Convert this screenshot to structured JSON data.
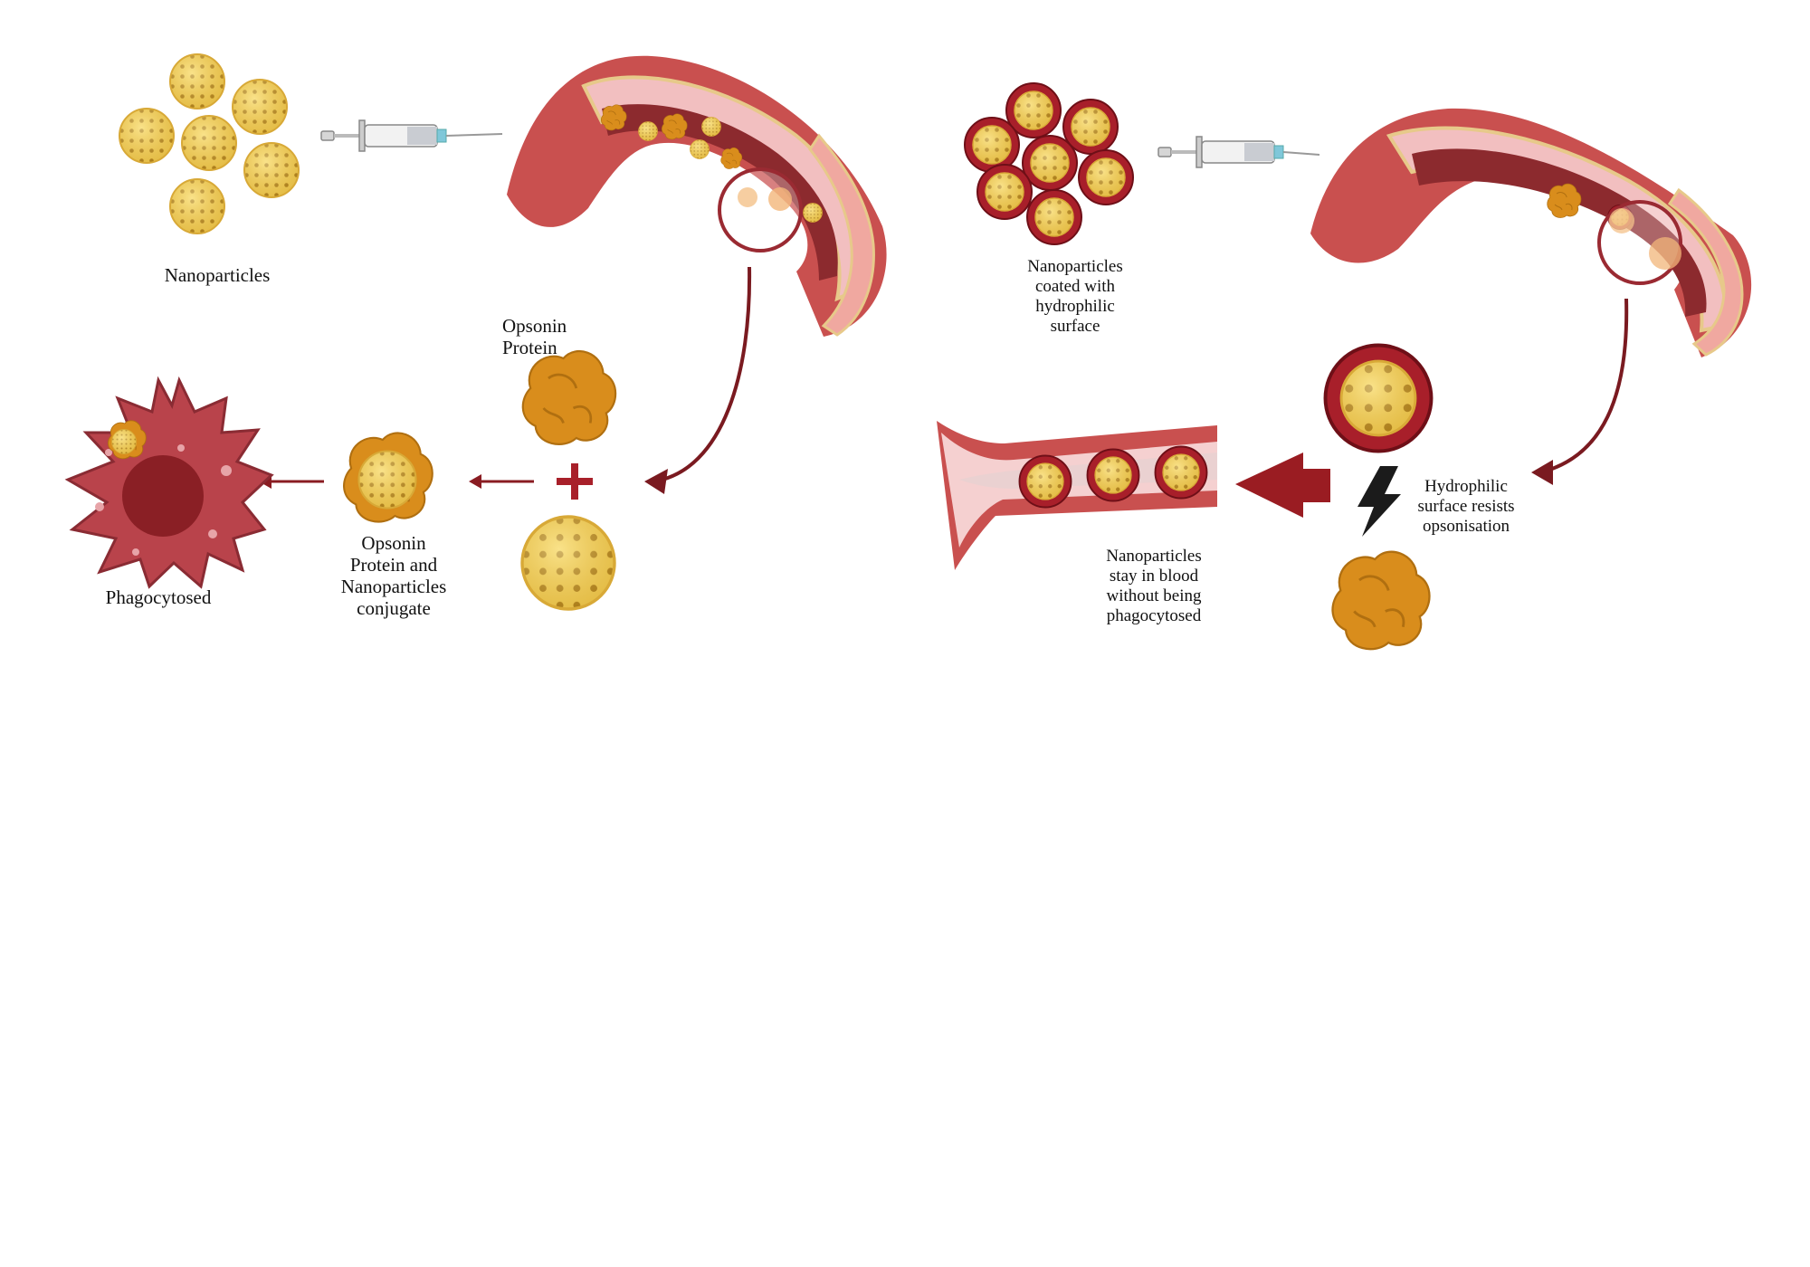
{
  "labels": {
    "nanoparticles": "Nanoparticles",
    "opsonin_protein": "Opsonin\nProtein",
    "conjugate": "Opsonin\nProtein and\nNanoparticles\nconjugate",
    "phagocytosed": "Phagocytosed",
    "coated_nanoparticles": "Nanoparticles\ncoated with\nhydrophilic\nsurface",
    "hydrophilic_resists": "Hydrophilic\nsurface resists\nopsonisation",
    "stay_in_blood": "Nanoparticles\nstay in blood\nwithout being\nphagocytosed"
  },
  "colors": {
    "nanoparticle_fill": "#f3cf5a",
    "nanoparticle_dot": "#9a6a12",
    "opsonin": "#d98d1c",
    "coating": "#a81f2a",
    "vessel_wall": "#c9504f",
    "vessel_lumen": "#8c2a2e",
    "arrow": "#8a1c22",
    "phagocyte": "#b9434b",
    "phagocyte_nucleus": "#8a1f25"
  }
}
